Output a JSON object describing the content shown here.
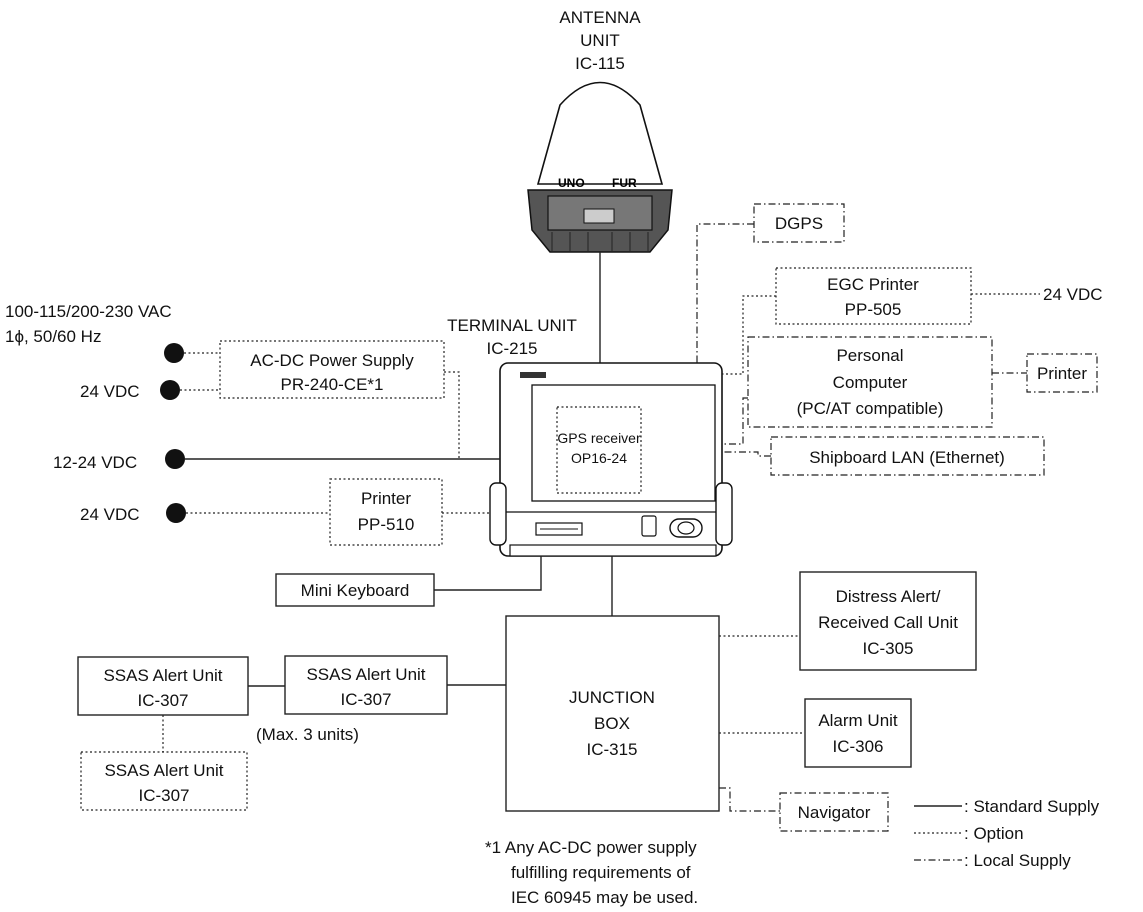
{
  "antenna": {
    "line1": "ANTENNA",
    "line2": "UNIT",
    "model": "IC-115",
    "brand_left": "UNO",
    "brand_right": "FUR"
  },
  "terminal": {
    "line1": "TERMINAL UNIT",
    "model": "IC-215",
    "gps_line1": "GPS receiver",
    "gps_line2": "OP16-24"
  },
  "power_input": {
    "line1": "100-115/200-230 VAC",
    "line2": "1ϕ, 50/60 Hz"
  },
  "power_supply": {
    "line1": "AC-DC Power Supply",
    "line2": "PR-240-CE*1"
  },
  "vdc_24_a": "24 VDC",
  "vdc_12_24": "12-24 VDC",
  "vdc_24_b": "24 VDC",
  "printer_pp510": {
    "line1": "Printer",
    "line2": "PP-510"
  },
  "mini_keyboard": "Mini Keyboard",
  "dgps": "DGPS",
  "egc_printer": {
    "line1": "EGC Printer",
    "line2": "PP-505"
  },
  "egc_power": "24 VDC",
  "personal_computer": {
    "line1": "Personal",
    "line2": "Computer",
    "line3": "(PC/AT compatible)"
  },
  "pc_printer": "Printer",
  "shipboard_lan": "Shipboard LAN (Ethernet)",
  "junction_box": {
    "line1": "JUNCTION",
    "line2": "BOX",
    "line3": "IC-315"
  },
  "distress_unit": {
    "line1": "Distress Alert/",
    "line2": "Received Call Unit",
    "line3": "IC-305"
  },
  "alarm_unit": {
    "line1": "Alarm Unit",
    "line2": "IC-306"
  },
  "navigator": "Navigator",
  "ssas_a": {
    "line1": "SSAS Alert Unit",
    "line2": "IC-307"
  },
  "ssas_b": {
    "line1": "SSAS Alert Unit",
    "line2": "IC-307"
  },
  "ssas_c": {
    "line1": "SSAS Alert Unit",
    "line2": "IC-307"
  },
  "ssas_note": "(Max. 3 units)",
  "legend": {
    "standard": ": Standard Supply",
    "option": ": Option",
    "local": ": Local Supply"
  },
  "footnote": {
    "line1": "*1  Any AC-DC power supply",
    "line2": "fulfilling requirements of",
    "line3": "IEC 60945 may be used."
  }
}
